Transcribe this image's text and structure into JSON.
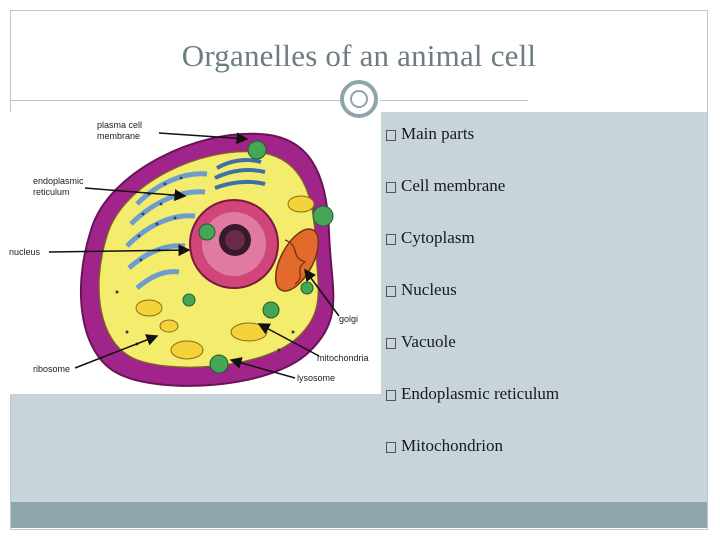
{
  "slide": {
    "title": "Organelles of an animal cell",
    "bullets": [
      "Main parts",
      "Cell membrane",
      "Cytoplasm",
      "Nucleus",
      "Vacuole",
      "Endoplasmic reticulum",
      "Mitochondrion"
    ]
  },
  "diagram": {
    "labels": {
      "plasma_membrane_line1": "plasma cell",
      "plasma_membrane_line2": "membrane",
      "er_line1": "endoplasmic",
      "er_line2": "reticulum",
      "nucleus": "nucleus",
      "golgi": "golgi",
      "mitochondria": "mitochondria",
      "ribosome": "ribosome",
      "lysosome": "lysosome"
    }
  },
  "colors": {
    "accent": "#8ea5ab",
    "content_band": "#c7d5da",
    "title_text": "#6b7d82",
    "membrane_purple": "#a0248a",
    "cytoplasm_yellow": "#f4ec6c",
    "nucleus_pink": "#d1457a",
    "mitochondria_orange": "#e26a2c",
    "vesicle_green": "#46a658",
    "er_blue": "#6e9ccf"
  }
}
